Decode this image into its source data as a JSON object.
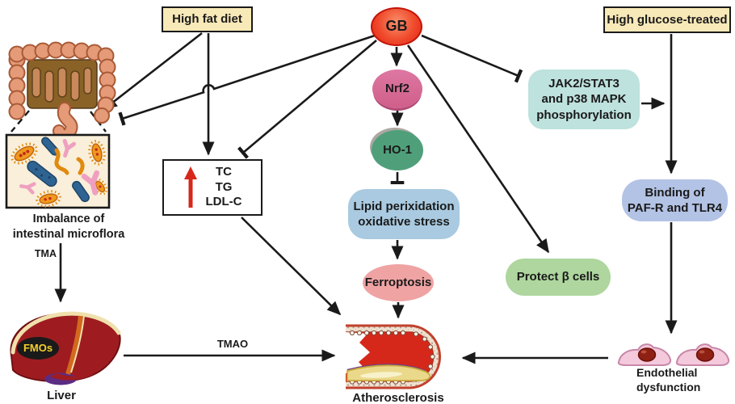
{
  "figure": "GB pathway diagram leading to atherosclerosis",
  "colors": {
    "cream_box_bg": "#F8E9B8",
    "gb_red": "#E42313",
    "nrf2_pink": "#D05E8A",
    "ho1_green": "#4FA07A",
    "lipid_blue": "#A9CAE0",
    "ferroptosis_pink": "#EFA3A3",
    "jak2_teal": "#BEE2DE",
    "binding_periwinkle": "#B3C3E5",
    "protect_green": "#AED69E",
    "increase_arrow_red": "#D6281A",
    "arrow_black": "#1a1a1a",
    "liver_red": "#9E1C20",
    "fmos_text_yellow": "#F5D02A"
  },
  "nodes": {
    "high_fat_diet": {
      "label": "High fat diet"
    },
    "gb": {
      "label": "GB"
    },
    "high_glucose": {
      "label": "High glucose-treated"
    },
    "nrf2": {
      "label": "Nrf2"
    },
    "ho1": {
      "label": "HO-1"
    },
    "lipid": {
      "line1": "Lipid perixidation",
      "line2": "oxidative stress"
    },
    "ferroptosis": {
      "label": "Ferroptosis"
    },
    "jak2": {
      "line1": "JAK2/STAT3",
      "line2": "and p38 MAPK",
      "line3": "phosphorylation"
    },
    "binding": {
      "line1": "Binding of",
      "line2": "PAF-R and TLR4"
    },
    "protect_beta": {
      "label": "Protect β cells"
    },
    "lipids_box": {
      "line1": "TC",
      "line2": "TG",
      "line3": "LDL-C"
    },
    "imbalance": {
      "line1": "Imbalance of",
      "line2": "intestinal microflora"
    },
    "fmos": {
      "label": "FMOs"
    },
    "liver": {
      "label": "Liver"
    },
    "atherosclerosis": {
      "label": "Atherosclerosis"
    },
    "endothelial": {
      "line1": "Endothelial",
      "line2": "dysfunction"
    }
  },
  "edge_labels": {
    "tma": "TMA",
    "tmao": "TMAO"
  }
}
